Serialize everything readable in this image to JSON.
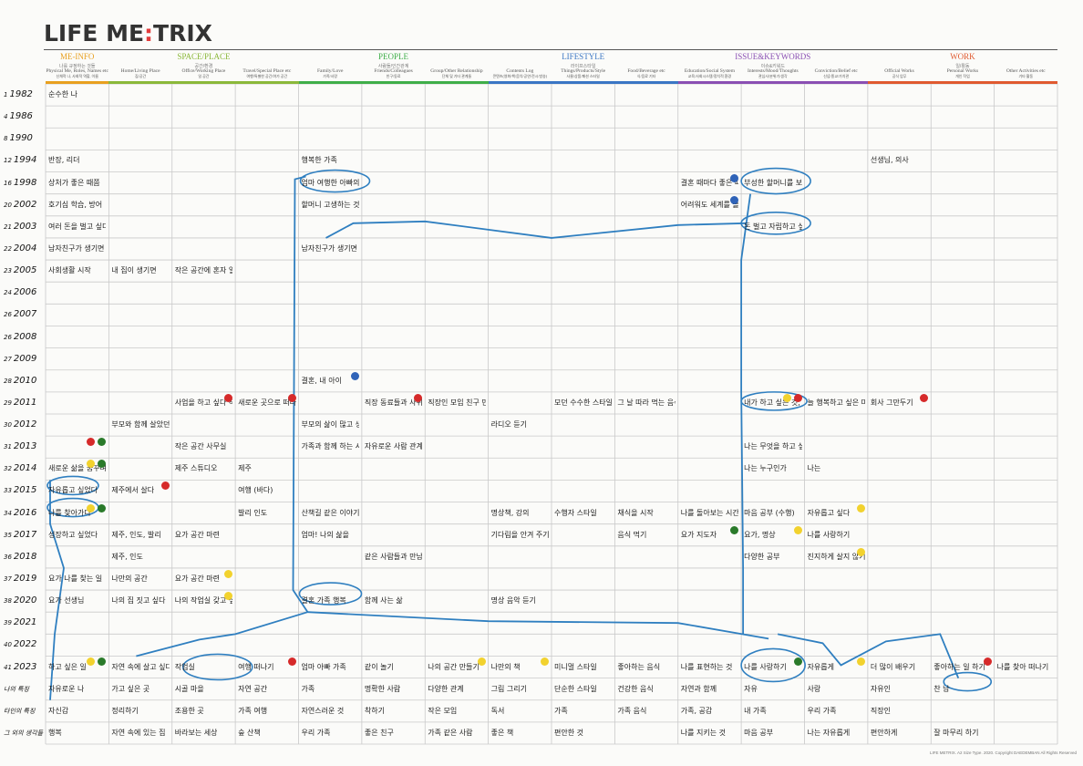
{
  "logo": {
    "left": "LIFE ME",
    "accent": ":",
    "right": "TRIX"
  },
  "categories": [
    {
      "name": "ME-INFO",
      "sub": "나를 규정하는 것들",
      "color": "#e8a020"
    },
    {
      "name": "SPACE/PLACE",
      "sub": "공간/환경",
      "color": "#8bb83a"
    },
    {
      "name": "PEOPLE",
      "sub": "사람들/인간관계",
      "color": "#3fae49"
    },
    {
      "name": "LIFESTYLE",
      "sub": "라이프스타일",
      "color": "#3a76c4"
    },
    {
      "name": "ISSUE&KEYWORDS",
      "sub": "이슈&키워드",
      "color": "#8a4fb3"
    },
    {
      "name": "WORK",
      "sub": "일/활동",
      "color": "#e05a30"
    }
  ],
  "columns": [
    {
      "en": "Physical Me, Roles, Names etc",
      "ko": "신체적 나, 사회적 역할, 이름"
    },
    {
      "en": "Home/Living Place",
      "ko": "집/공간"
    },
    {
      "en": "Office/Working Place",
      "ko": "일 공간"
    },
    {
      "en": "Travel/Special Place etc",
      "ko": "여행/특별한 공간/여가 공간"
    },
    {
      "en": "Family/Love",
      "ko": "가족/사랑"
    },
    {
      "en": "Friends/Colleagues",
      "ko": "친구/동료"
    },
    {
      "en": "Group/Other Relationship",
      "ko": "단체 및 기타 관계들"
    },
    {
      "en": "Contents Log",
      "ko": "콘텐츠(영화/책/음악/공연/전시/방송)"
    },
    {
      "en": "Things/Products/Style",
      "ko": "사물/상품/패션 스타일"
    },
    {
      "en": "Food/Beverage etc",
      "ko": "식/음료 기타"
    },
    {
      "en": "Education/Social System",
      "ko": "교육/사회시스템/정치적 환경"
    },
    {
      "en": "Interests/Mood/Thoughts",
      "ko": "관심사/분위기/생각"
    },
    {
      "en": "Conviction/Belief etc",
      "ko": "신념/종교/가치관"
    },
    {
      "en": "Official Works",
      "ko": "공식 업무"
    },
    {
      "en": "Personal Works",
      "ko": "개인 작업"
    },
    {
      "en": "Other Activities etc",
      "ko": "기타 활동"
    }
  ],
  "rows": [
    {
      "age": "1",
      "year": "1982"
    },
    {
      "age": "4",
      "year": "1986"
    },
    {
      "age": "8",
      "year": "1990"
    },
    {
      "age": "12",
      "year": "1994"
    },
    {
      "age": "16",
      "year": "1998"
    },
    {
      "age": "20",
      "year": "2002"
    },
    {
      "age": "21",
      "year": "2003"
    },
    {
      "age": "22",
      "year": "2004"
    },
    {
      "age": "23",
      "year": "2005"
    },
    {
      "age": "24",
      "year": "2006"
    },
    {
      "age": "26",
      "year": "2007"
    },
    {
      "age": "26",
      "year": "2008"
    },
    {
      "age": "27",
      "year": "2009"
    },
    {
      "age": "28",
      "year": "2010"
    },
    {
      "age": "29",
      "year": "2011"
    },
    {
      "age": "30",
      "year": "2012"
    },
    {
      "age": "31",
      "year": "2013"
    },
    {
      "age": "32",
      "year": "2014"
    },
    {
      "age": "33",
      "year": "2015"
    },
    {
      "age": "34",
      "year": "2016"
    },
    {
      "age": "35",
      "year": "2017"
    },
    {
      "age": "36",
      "year": "2018"
    },
    {
      "age": "37",
      "year": "2019"
    },
    {
      "age": "38",
      "year": "2020"
    },
    {
      "age": "39",
      "year": "2021"
    },
    {
      "age": "40",
      "year": "2022"
    },
    {
      "age": "41",
      "year": "2023"
    },
    {
      "age": "",
      "year": "나의 특징"
    },
    {
      "age": "",
      "year": "타인의 특징"
    },
    {
      "age": "",
      "year": "그 외의 생각들"
    }
  ],
  "notes": [
    {
      "row": 0,
      "col": 0,
      "text": "순수한 나"
    },
    {
      "row": 3,
      "col": 0,
      "text": "반장, 리더"
    },
    {
      "row": 3,
      "col": 4,
      "text": "행복한 가족"
    },
    {
      "row": 3,
      "col": 13,
      "text": "선생님, 의사"
    },
    {
      "row": 4,
      "col": 0,
      "text": "상처가 좋은 때쯤"
    },
    {
      "row": 4,
      "col": 4,
      "text": "엄마 여행한 아빠의 갑자기"
    },
    {
      "row": 4,
      "col": 10,
      "text": "결혼 때마다 좋은 때라"
    },
    {
      "row": 4,
      "col": 11,
      "text": "부성한 할머니를 보고 이별의 아픔을 겪고 싶다"
    },
    {
      "row": 5,
      "col": 0,
      "text": "호기심 학습, 방어"
    },
    {
      "row": 5,
      "col": 4,
      "text": "할머니 고생하는 것을"
    },
    {
      "row": 5,
      "col": 10,
      "text": "어려워도 세계를 볼 살다"
    },
    {
      "row": 6,
      "col": 0,
      "text": "여러 돈을 벌고 싶다"
    },
    {
      "row": 6,
      "col": 11,
      "text": "돈 벌고 자립하고 싶다 본격적으로 떠나기"
    },
    {
      "row": 7,
      "col": 0,
      "text": "남자친구가 생기면"
    },
    {
      "row": 7,
      "col": 4,
      "text": "남자친구가 생기면"
    },
    {
      "row": 8,
      "col": 0,
      "text": "사회생활 시작"
    },
    {
      "row": 8,
      "col": 1,
      "text": "내 집이 생기면"
    },
    {
      "row": 8,
      "col": 2,
      "text": "작은 공간에 혼자 일하는 곳"
    },
    {
      "row": 13,
      "col": 4,
      "text": "결혼, 내 아이"
    },
    {
      "row": 14,
      "col": 2,
      "text": "사업을 하고 싶다 작은 공간"
    },
    {
      "row": 14,
      "col": 3,
      "text": "새로운 곳으로 떠나고 싶다"
    },
    {
      "row": 14,
      "col": 5,
      "text": "직장 동료들과 사귀기"
    },
    {
      "row": 14,
      "col": 6,
      "text": "직장인 모임 친구 만들기"
    },
    {
      "row": 14,
      "col": 8,
      "text": "모던 수수한 스타일"
    },
    {
      "row": 14,
      "col": 9,
      "text": "그 날 따라 먹는 음식"
    },
    {
      "row": 14,
      "col": 11,
      "text": "내가 하고 싶은 것, 원하는 것"
    },
    {
      "row": 14,
      "col": 12,
      "text": "늘 행복하고 싶은 마음"
    },
    {
      "row": 14,
      "col": 13,
      "text": "회사 그만두기"
    },
    {
      "row": 15,
      "col": 1,
      "text": "부모와 함께 살았던 집"
    },
    {
      "row": 15,
      "col": 4,
      "text": "부모의 삶이 많고 생각하는 아이"
    },
    {
      "row": 15,
      "col": 7,
      "text": "라디오 듣기"
    },
    {
      "row": 16,
      "col": 2,
      "text": "작은 공간 사무실"
    },
    {
      "row": 16,
      "col": 4,
      "text": "가족과 함께 하는 시간"
    },
    {
      "row": 16,
      "col": 5,
      "text": "자유로운 사람 관계"
    },
    {
      "row": 16,
      "col": 11,
      "text": "나는 무엇을 하고 싶어 하나"
    },
    {
      "row": 17,
      "col": 0,
      "text": "새로운 삶을 꿈꾸며"
    },
    {
      "row": 17,
      "col": 2,
      "text": "제주 스튜디오"
    },
    {
      "row": 17,
      "col": 3,
      "text": "제주"
    },
    {
      "row": 17,
      "col": 11,
      "text": "나는 누구인가"
    },
    {
      "row": 17,
      "col": 12,
      "text": "나는"
    },
    {
      "row": 18,
      "col": 0,
      "text": "자유롭고 싶었다"
    },
    {
      "row": 18,
      "col": 1,
      "text": "제주에서 살다"
    },
    {
      "row": 18,
      "col": 3,
      "text": "여행 (바다)"
    },
    {
      "row": 19,
      "col": 0,
      "text": "나를 찾아가다"
    },
    {
      "row": 19,
      "col": 3,
      "text": "발리 인도"
    },
    {
      "row": 19,
      "col": 4,
      "text": "산책길 같은 이야기"
    },
    {
      "row": 19,
      "col": 7,
      "text": "명상책, 강의"
    },
    {
      "row": 19,
      "col": 8,
      "text": "수행자 스타일"
    },
    {
      "row": 19,
      "col": 9,
      "text": "채식을 시작"
    },
    {
      "row": 19,
      "col": 10,
      "text": "나를 돌아보는 시간"
    },
    {
      "row": 19,
      "col": 11,
      "text": "마음 공부 (수행)"
    },
    {
      "row": 19,
      "col": 12,
      "text": "자유롭고 싶다"
    },
    {
      "row": 20,
      "col": 0,
      "text": "성장하고 싶었다"
    },
    {
      "row": 20,
      "col": 1,
      "text": "제주, 인도, 발리"
    },
    {
      "row": 20,
      "col": 2,
      "text": "요가 공간 마련"
    },
    {
      "row": 20,
      "col": 4,
      "text": "엄마! 나의 삶을"
    },
    {
      "row": 20,
      "col": 7,
      "text": "기다림을 안겨 주기"
    },
    {
      "row": 20,
      "col": 9,
      "text": "음식 먹기"
    },
    {
      "row": 20,
      "col": 10,
      "text": "요가 지도자"
    },
    {
      "row": 20,
      "col": 11,
      "text": "요가, 명상"
    },
    {
      "row": 20,
      "col": 12,
      "text": "나를 사랑하기"
    },
    {
      "row": 21,
      "col": 1,
      "text": "제주, 인도"
    },
    {
      "row": 21,
      "col": 5,
      "text": "같은 사람들과 만남"
    },
    {
      "row": 21,
      "col": 11,
      "text": "다양한 공부"
    },
    {
      "row": 21,
      "col": 12,
      "text": "진지하게 살지 않기"
    },
    {
      "row": 22,
      "col": 0,
      "text": "요가 나를 찾는 일"
    },
    {
      "row": 22,
      "col": 1,
      "text": "나만의 공간"
    },
    {
      "row": 22,
      "col": 2,
      "text": "요가 공간 마련"
    },
    {
      "row": 23,
      "col": 0,
      "text": "요가 선생님"
    },
    {
      "row": 23,
      "col": 1,
      "text": "나의 집 짓고 싶다"
    },
    {
      "row": 23,
      "col": 2,
      "text": "나의 작업실 갖고 싶다"
    },
    {
      "row": 23,
      "col": 4,
      "text": "결혼 가족 행복"
    },
    {
      "row": 23,
      "col": 5,
      "text": "함께 사는 삶"
    },
    {
      "row": 23,
      "col": 7,
      "text": "명상 음악 듣기"
    },
    {
      "row": 26,
      "col": 0,
      "text": "하고 싶은 일"
    },
    {
      "row": 26,
      "col": 1,
      "text": "자연 속에 살고 싶다"
    },
    {
      "row": 26,
      "col": 2,
      "text": "작업실"
    },
    {
      "row": 26,
      "col": 3,
      "text": "여행 떠나기"
    },
    {
      "row": 26,
      "col": 4,
      "text": "엄마 아빠 가족"
    },
    {
      "row": 26,
      "col": 5,
      "text": "같이 놀기"
    },
    {
      "row": 26,
      "col": 6,
      "text": "나의 공간 만들기"
    },
    {
      "row": 26,
      "col": 7,
      "text": "나만의 책"
    },
    {
      "row": 26,
      "col": 8,
      "text": "미니멀 스타일"
    },
    {
      "row": 26,
      "col": 9,
      "text": "좋아하는 음식"
    },
    {
      "row": 26,
      "col": 10,
      "text": "나를 표현하는 것"
    },
    {
      "row": 26,
      "col": 11,
      "text": "나를 사랑하기"
    },
    {
      "row": 26,
      "col": 12,
      "text": "자유롭게"
    },
    {
      "row": 26,
      "col": 13,
      "text": "더 많이 배우기"
    },
    {
      "row": 26,
      "col": 14,
      "text": "좋아하는 일 하기"
    },
    {
      "row": 26,
      "col": 15,
      "text": "나를 찾아 떠나기"
    },
    {
      "row": 27,
      "col": 0,
      "text": "자유로운 나"
    },
    {
      "row": 27,
      "col": 1,
      "text": "가고 싶은 곳"
    },
    {
      "row": 27,
      "col": 2,
      "text": "시골 마을"
    },
    {
      "row": 27,
      "col": 3,
      "text": "자연 공간"
    },
    {
      "row": 27,
      "col": 4,
      "text": "가족"
    },
    {
      "row": 27,
      "col": 5,
      "text": "명확한 사람"
    },
    {
      "row": 27,
      "col": 6,
      "text": "다양한 관계"
    },
    {
      "row": 27,
      "col": 7,
      "text": "그림 그리기"
    },
    {
      "row": 27,
      "col": 8,
      "text": "단순한 스타일"
    },
    {
      "row": 27,
      "col": 9,
      "text": "건강한 음식"
    },
    {
      "row": 27,
      "col": 10,
      "text": "자연과 함께"
    },
    {
      "row": 27,
      "col": 11,
      "text": "자유"
    },
    {
      "row": 27,
      "col": 12,
      "text": "사랑"
    },
    {
      "row": 27,
      "col": 13,
      "text": "자유인"
    },
    {
      "row": 27,
      "col": 14,
      "text": "찬 남"
    },
    {
      "row": 28,
      "col": 0,
      "text": "자신감"
    },
    {
      "row": 28,
      "col": 1,
      "text": "정리하기"
    },
    {
      "row": 28,
      "col": 2,
      "text": "조용한 곳"
    },
    {
      "row": 28,
      "col": 3,
      "text": "가족 여행"
    },
    {
      "row": 28,
      "col": 4,
      "text": "자연스러운 것"
    },
    {
      "row": 28,
      "col": 5,
      "text": "착하기"
    },
    {
      "row": 28,
      "col": 6,
      "text": "작은 모임"
    },
    {
      "row": 28,
      "col": 7,
      "text": "독서"
    },
    {
      "row": 28,
      "col": 8,
      "text": "가족"
    },
    {
      "row": 28,
      "col": 9,
      "text": "가족 음식"
    },
    {
      "row": 28,
      "col": 10,
      "text": "가족, 공감"
    },
    {
      "row": 28,
      "col": 11,
      "text": "내 가족"
    },
    {
      "row": 28,
      "col": 12,
      "text": "우리 가족"
    },
    {
      "row": 28,
      "col": 13,
      "text": "직장인"
    },
    {
      "row": 29,
      "col": 0,
      "text": "행복"
    },
    {
      "row": 29,
      "col": 1,
      "text": "자연 속에 있는 집"
    },
    {
      "row": 29,
      "col": 2,
      "text": "바라보는 세상"
    },
    {
      "row": 29,
      "col": 3,
      "text": "숲 산책"
    },
    {
      "row": 29,
      "col": 4,
      "text": "우리 가족"
    },
    {
      "row": 29,
      "col": 5,
      "text": "좋은 친구"
    },
    {
      "row": 29,
      "col": 6,
      "text": "가족 같은 사람"
    },
    {
      "row": 29,
      "col": 7,
      "text": "좋은 책"
    },
    {
      "row": 29,
      "col": 8,
      "text": "편안한 것"
    },
    {
      "row": 29,
      "col": 10,
      "text": "나를 지키는 것"
    },
    {
      "row": 29,
      "col": 11,
      "text": "마음 공부"
    },
    {
      "row": 29,
      "col": 12,
      "text": "나는 자유롭게"
    },
    {
      "row": 29,
      "col": 13,
      "text": "편안하게"
    },
    {
      "row": 29,
      "col": 14,
      "text": "잘 마무리 하기"
    }
  ],
  "dots": [
    {
      "row": 4,
      "col": 10,
      "color": "#2f63b8"
    },
    {
      "row": 5,
      "col": 10,
      "color": "#2f63b8"
    },
    {
      "row": 13,
      "col": 4,
      "color": "#2f63b8"
    },
    {
      "row": 14,
      "col": 2,
      "color": "#d62a2a"
    },
    {
      "row": 14,
      "col": 3,
      "color": "#d62a2a"
    },
    {
      "row": 14,
      "col": 5,
      "color": "#d62a2a"
    },
    {
      "row": 14,
      "col": 11,
      "color": "#d62a2a"
    },
    {
      "row": 14,
      "col": 11,
      "color": "#f2d22e"
    },
    {
      "row": 14,
      "col": 13,
      "color": "#d62a2a"
    },
    {
      "row": 16,
      "col": 0,
      "color": "#2a7a2a"
    },
    {
      "row": 16,
      "col": 0,
      "color": "#d62a2a"
    },
    {
      "row": 17,
      "col": 0,
      "color": "#2a7a2a"
    },
    {
      "row": 17,
      "col": 0,
      "color": "#f2d22e"
    },
    {
      "row": 18,
      "col": 1,
      "color": "#d62a2a"
    },
    {
      "row": 19,
      "col": 0,
      "color": "#2a7a2a"
    },
    {
      "row": 19,
      "col": 0,
      "color": "#f2d22e"
    },
    {
      "row": 19,
      "col": 12,
      "color": "#f2d22e"
    },
    {
      "row": 20,
      "col": 10,
      "color": "#2a7a2a"
    },
    {
      "row": 20,
      "col": 11,
      "color": "#f2d22e"
    },
    {
      "row": 21,
      "col": 12,
      "color": "#f2d22e"
    },
    {
      "row": 22,
      "col": 2,
      "color": "#f2d22e"
    },
    {
      "row": 23,
      "col": 2,
      "color": "#f2d22e"
    },
    {
      "row": 26,
      "col": 0,
      "color": "#2a7a2a"
    },
    {
      "row": 26,
      "col": 0,
      "color": "#f2d22e"
    },
    {
      "row": 26,
      "col": 3,
      "color": "#d62a2a"
    },
    {
      "row": 26,
      "col": 6,
      "color": "#f2d22e"
    },
    {
      "row": 26,
      "col": 7,
      "color": "#f2d22e"
    },
    {
      "row": 26,
      "col": 11,
      "color": "#2a7a2a"
    },
    {
      "row": 26,
      "col": 12,
      "color": "#f2d22e"
    },
    {
      "row": 26,
      "col": 14,
      "color": "#d62a2a"
    }
  ],
  "footer": "LIFE METRIX. A2 Size Type. 2020. Copyright DAEDEMBAN All Rights Reserved"
}
